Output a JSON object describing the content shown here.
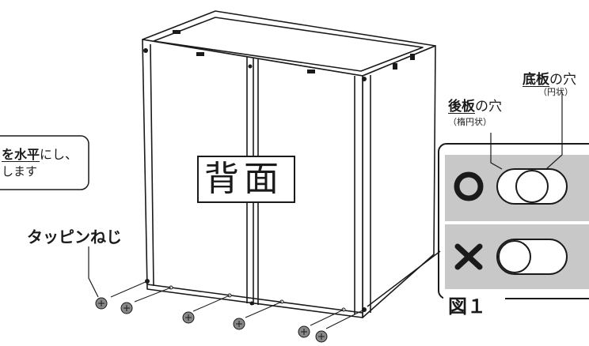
{
  "callout_left": {
    "line1_prefix": "を",
    "line1_emph": "水平",
    "line1_suffix": "にし、",
    "line2": "します"
  },
  "screw_label": "タッピンねじ",
  "back_label": "背面",
  "hole_labels": {
    "back_board": {
      "emph": "後板",
      "suffix": "の穴",
      "note": "（楕円状）"
    },
    "bottom_board": {
      "emph": "底板",
      "suffix": "の穴",
      "note": "（円状）"
    }
  },
  "figure": {
    "title": "図１",
    "ok_mark": "○",
    "ng_mark": "✕"
  },
  "colors": {
    "line": "#1a1a1a",
    "panel_gray": "#c8c8c8",
    "figure_border": "#1a1a1a"
  },
  "icons": [
    "tapping-screw-icon",
    "ok-circle-icon",
    "ng-cross-icon"
  ]
}
